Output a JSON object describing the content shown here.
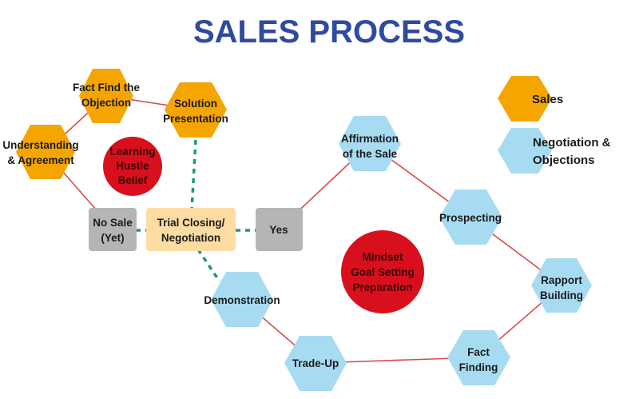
{
  "title": "SALES PROCESS",
  "colors": {
    "title": "#2f4aa0",
    "sales": "#f5a500",
    "negotiation": "#a7dbf2",
    "mindset_circle": "#d8101e",
    "connector": "#d94b4b",
    "dashed": "#199b79",
    "grey_box": "#b5b5b5",
    "trial_box": "#fddca3"
  },
  "legend": {
    "sales": "Sales",
    "negotiation_line1": "Negotiation &",
    "negotiation_line2": "Objections"
  },
  "hexagons": {
    "fact_find": [
      "Fact Find the",
      "Objection"
    ],
    "solution": [
      "Solution",
      "Presentation"
    ],
    "understanding": [
      "Understanding",
      "& Agreement"
    ],
    "affirmation": [
      "Affirmation",
      "of the Sale"
    ],
    "prospecting": [
      "Prospecting"
    ],
    "rapport": [
      "Rapport",
      "Building"
    ],
    "fact_finding": [
      "Fact",
      "Finding"
    ],
    "trade_up": [
      "Trade-Up"
    ],
    "demonstration": [
      "Demonstration"
    ]
  },
  "circles": {
    "learning": [
      "Learning",
      "Hustle",
      "Belief"
    ],
    "mindset": [
      "Mindset",
      "Goal Setting",
      "Preparation"
    ]
  },
  "boxes": {
    "no_sale": [
      "No Sale",
      "(Yet)"
    ],
    "trial": [
      "Trial Closing/",
      "Negotiation"
    ],
    "yes": [
      "Yes"
    ]
  }
}
